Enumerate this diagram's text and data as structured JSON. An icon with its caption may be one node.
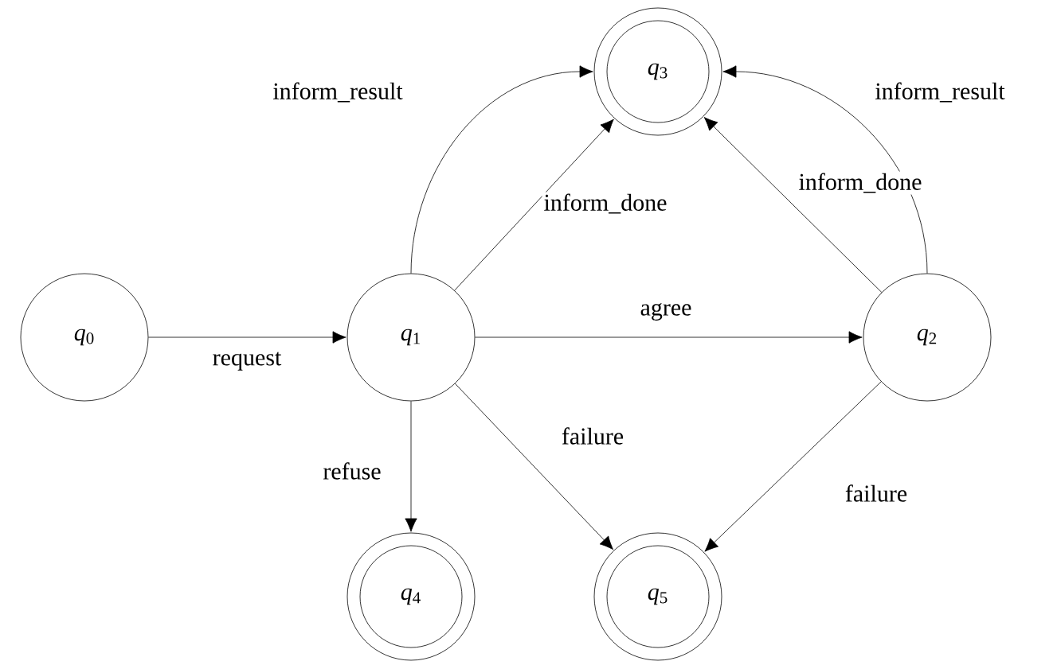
{
  "diagram": {
    "nodes": [
      {
        "text": [
          "*q*$_{0}$"
        ]
      },
      {
        "text": [
          "*q*$_{1}$"
        ]
      },
      {
        "text": [
          "*q*$_{2}$"
        ]
      },
      {
        "text": [
          "*q*$_{3}$"
        ]
      },
      {
        "text": [
          "*q*$_{4}$"
        ]
      },
      {
        "text": [
          "*q*$_{5}$"
        ]
      }
    ],
    "edges": [
      {
        "from": 0,
        "to": 1,
        "arrow": "to",
        "label": "request"
      },
      {
        "from": 1,
        "to": 3,
        "arrow": "to",
        "label": "inform_result"
      },
      {
        "from": 1,
        "to": 3,
        "arrow": "to",
        "label": "inform_done"
      },
      {
        "from": 1,
        "to": 2,
        "arrow": "to",
        "label": "agree"
      },
      {
        "from": 2,
        "to": 3,
        "arrow": "to",
        "label": "inform_done"
      },
      {
        "from": 2,
        "to": 3,
        "arrow": "to",
        "label": "inform_result"
      },
      {
        "from": 1,
        "to": 4,
        "arrow": "to",
        "label": "refuse"
      },
      {
        "from": 1,
        "to": 5,
        "arrow": "to",
        "label": "failure"
      },
      {
        "from": 2,
        "to": 5,
        "arrow": "to",
        "label": "failure"
      }
    ]
  }
}
